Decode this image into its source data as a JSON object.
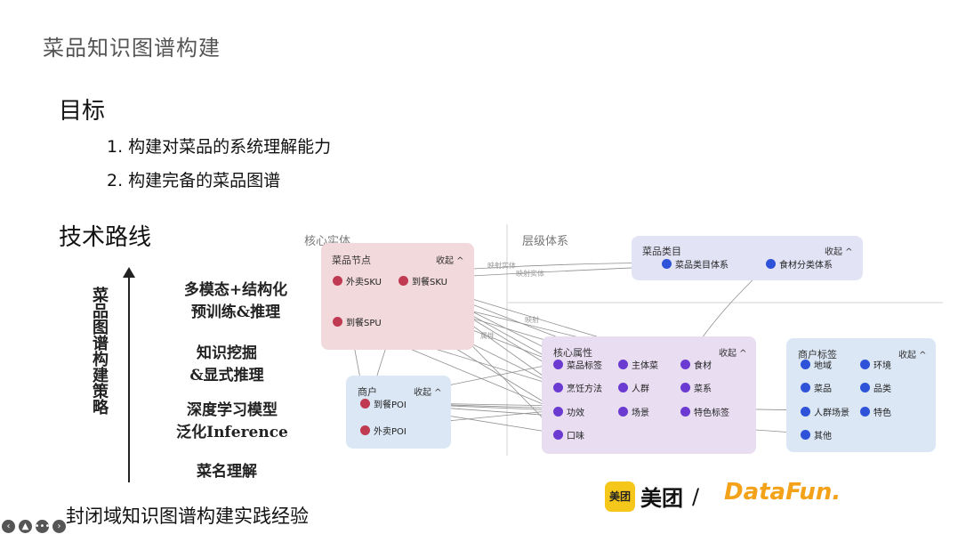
{
  "slide": {
    "title": "菜品知识图谱构建",
    "goal_heading": "目标",
    "goals": [
      "1. 构建对菜品的系统理解能力",
      "2. 构建完备的菜品图谱"
    ],
    "tech_heading": "技术路线",
    "strategy_vertical": "菜品图谱构建策略",
    "levels": [
      {
        "line1": "多模态+结构化",
        "line2": "预训练&推理"
      },
      {
        "line1": "知识挖掘",
        "line2": "&显式推理"
      },
      {
        "line1": "深度学习模型",
        "line2": "泛化Inference"
      },
      {
        "line1": "菜名理解",
        "line2": ""
      }
    ],
    "bottom_caption": "封闭域知识图谱构建实践经验"
  },
  "diagram": {
    "core_entity_label": "核心实体",
    "hierarchy_label": "层级体系",
    "collapse_label": "收起 ^",
    "panels": {
      "dish_nodes": {
        "title": "菜品节点",
        "color": "#f2d9dc",
        "nodes": [
          "外卖SKU",
          "到餐SKU",
          "到餐SPU"
        ]
      },
      "merchant": {
        "title": "商户",
        "color": "#dbe7f5",
        "nodes": [
          "到餐POI",
          "外卖POI"
        ]
      },
      "dish_category": {
        "title": "菜品类目",
        "color": "#e3e3f6",
        "nodes": [
          "菜品类目体系",
          "食材分类体系"
        ]
      },
      "core_attributes": {
        "title": "核心属性",
        "color": "#e8ddf1",
        "nodes": [
          "菜品标签",
          "主体菜",
          "食材",
          "烹饪方法",
          "人群",
          "菜系",
          "功效",
          "场景",
          "特色标签",
          "口味"
        ]
      },
      "merchant_tags": {
        "title": "商户标签",
        "color": "#dbe7f5",
        "nodes": [
          "地域",
          "环境",
          "菜品",
          "品类",
          "人群场景",
          "特色",
          "其他"
        ]
      }
    },
    "edge_labels": [
      "映射实体",
      "映射实体",
      "映射",
      "属性",
      "属性"
    ]
  },
  "logos": {
    "meituan_badge": "美团",
    "meituan_text": "美团",
    "slash": "/",
    "datafun": "DataFun."
  },
  "controls": [
    "‹",
    "▲",
    "•••",
    "›"
  ],
  "colors": {
    "node_red": "#c03a52",
    "node_purple": "#6b3ad0",
    "node_blue": "#2f53d8",
    "datafun_orange": "#f3a21a",
    "meituan_yellow": "#f6c71b"
  }
}
